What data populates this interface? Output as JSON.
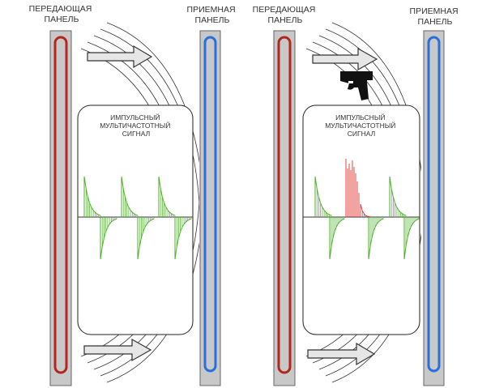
{
  "left_scene": {
    "tx_label": [
      "ПЕРЕДАЮЩАЯ",
      "ПАНЕЛЬ"
    ],
    "rx_label": [
      "ПРИЕМНАЯ",
      "ПАНЕЛЬ"
    ],
    "box_label": [
      "ИМПУЛЬСНЫЙ",
      "МУЛЬТИЧАСТОТНЫЙ",
      "СИГНАЛ"
    ],
    "anomaly": false
  },
  "right_scene": {
    "tx_label": [
      "ПЕРЕДАЮЩАЯ",
      "ПАНЕЛЬ"
    ],
    "rx_label": [
      "ПРИЕМНАЯ",
      "ПАНЕЛЬ"
    ],
    "box_label": [
      "ИМПУЛЬСНЫЙ",
      "МУЛЬТИЧАСТОТНЫЙ",
      "СИГНАЛ"
    ],
    "anomaly": true,
    "object_icon": "pistol-icon"
  },
  "colors": {
    "panel_fill": "#c8c8c8",
    "tx_loop": "#b3261e",
    "rx_loop": "#2a6fdb",
    "signal_normal": "#4caf2a",
    "signal_anomaly": "#e0312f",
    "arrow_fill": "#e6e6e6",
    "field_lines": "#333333"
  }
}
